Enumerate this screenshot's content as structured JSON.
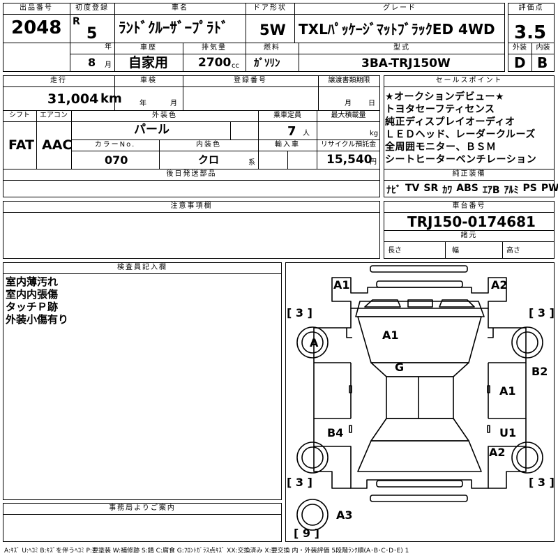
{
  "header": {
    "lot_number_label": "出品番号",
    "lot_number": "2048",
    "first_reg_label": "初度登録",
    "era_letter": "R",
    "year": "5",
    "year_unit": "年",
    "month": "8",
    "month_unit": "月",
    "car_name_label": "車名",
    "car_name": "ﾗﾝﾄﾞｸﾙｰｻﾞｰﾌﾟﾗﾄﾞ",
    "door_label": "ドア形状",
    "door": "5W",
    "grade_label": "グレード",
    "grade": "TXLﾊﾟｯｹｰｼﾞﾏｯﾄﾌﾞﾗｯｸED 4WD",
    "score_label": "評価点",
    "score": "3.5",
    "history_label": "車歴",
    "history": "自家用",
    "displacement_label": "排気量",
    "displacement": "2700",
    "displacement_unit": "cc",
    "fuel_label": "燃料",
    "fuel": "ｶﾞｿﾘﾝ",
    "model_label": "型式",
    "model": "3BA-TRJ150W",
    "exterior_label": "外装",
    "exterior": "D",
    "interior_label": "内装",
    "interior": "B"
  },
  "row2": {
    "mileage_label": "走行",
    "mileage": "31,004",
    "mileage_unit": "km",
    "inspection_label": "車検",
    "inspection_year_unit": "年",
    "inspection_month_unit": "月",
    "reg_number_label": "登録番号",
    "transfer_label": "譲渡書類期限",
    "transfer_month_unit": "月",
    "transfer_day_unit": "日",
    "shift_label": "シフト",
    "shift": "FAT",
    "ac_label": "エアコン",
    "ac": "AAC",
    "ext_color_label": "外装色",
    "ext_color": "パール",
    "capacity_label": "乗車定員",
    "capacity": "7",
    "capacity_unit": "人",
    "max_load_label": "最大積載量",
    "max_load_unit": "kg",
    "color_no_label": "カラーNo.",
    "color_no": "070",
    "int_color_label": "内装色",
    "int_color": "クロ",
    "int_color_unit": "系",
    "import_label": "輸入車",
    "recycle_label": "リサイクル預託金",
    "recycle": "15,540",
    "recycle_unit": "円",
    "later_parts_label": "後日発送部品"
  },
  "sales_points": {
    "label": "セールスポイント",
    "lines": [
      "★オークションデビュー★",
      "トヨタセーフティセンス",
      "純正ディスプレイオーディオ",
      "ＬＥＤヘッド、レーダークルーズ",
      "全周囲モニター、ＢＳＭ",
      "シートヒーターベンチレーション"
    ]
  },
  "equipment": {
    "label": "純正装備",
    "items": [
      "ﾅﾋﾞ",
      "TV",
      "SR",
      "ｶﾜ",
      "ABS",
      "ｴｱB",
      "ｱﾙﾐ",
      "PS",
      "PW"
    ]
  },
  "cautions": {
    "label": "注意事項欄"
  },
  "chassis": {
    "label": "車台番号",
    "number": "TRJ150-0174681",
    "specs_label": "諸元",
    "length_label": "長さ",
    "width_label": "幅",
    "height_label": "高さ"
  },
  "inspector": {
    "label": "検査員記入欄",
    "notes": [
      "室内薄汚れ",
      "室内内張傷",
      "タッチＰ跡",
      "外装小傷有り"
    ]
  },
  "diagram": {
    "codes": {
      "front_left": "A1",
      "front_right": "A2",
      "hood": "A1",
      "front_left_wheel": "A",
      "roof": "G",
      "right_fender": "B2",
      "right_front_door": "A1",
      "left_rear_door": "B4",
      "right_rear_door": "U1",
      "right_rear_quarter": "A2",
      "rear": "A3"
    },
    "tire_depths": {
      "front_left": "3",
      "front_right": "3",
      "rear_left": "3",
      "rear_right": "3",
      "spare": "9"
    }
  },
  "office": {
    "label": "事務局よりご案内"
  },
  "footer": {
    "legend": "A:ｷｽﾞ U:ﾍｺﾐ B:ｷｽﾞを伴うﾍｺﾐ P:要塗装 W:補修跡 S:錆 C:腐食 G:ﾌﾛﾝﾄｶﾞﾗｽ点ｷｽﾞ XX:交換済み X:要交換 内・外装評価 5段階ﾗﾝｸ順(A･B･C･D･E) 1"
  }
}
